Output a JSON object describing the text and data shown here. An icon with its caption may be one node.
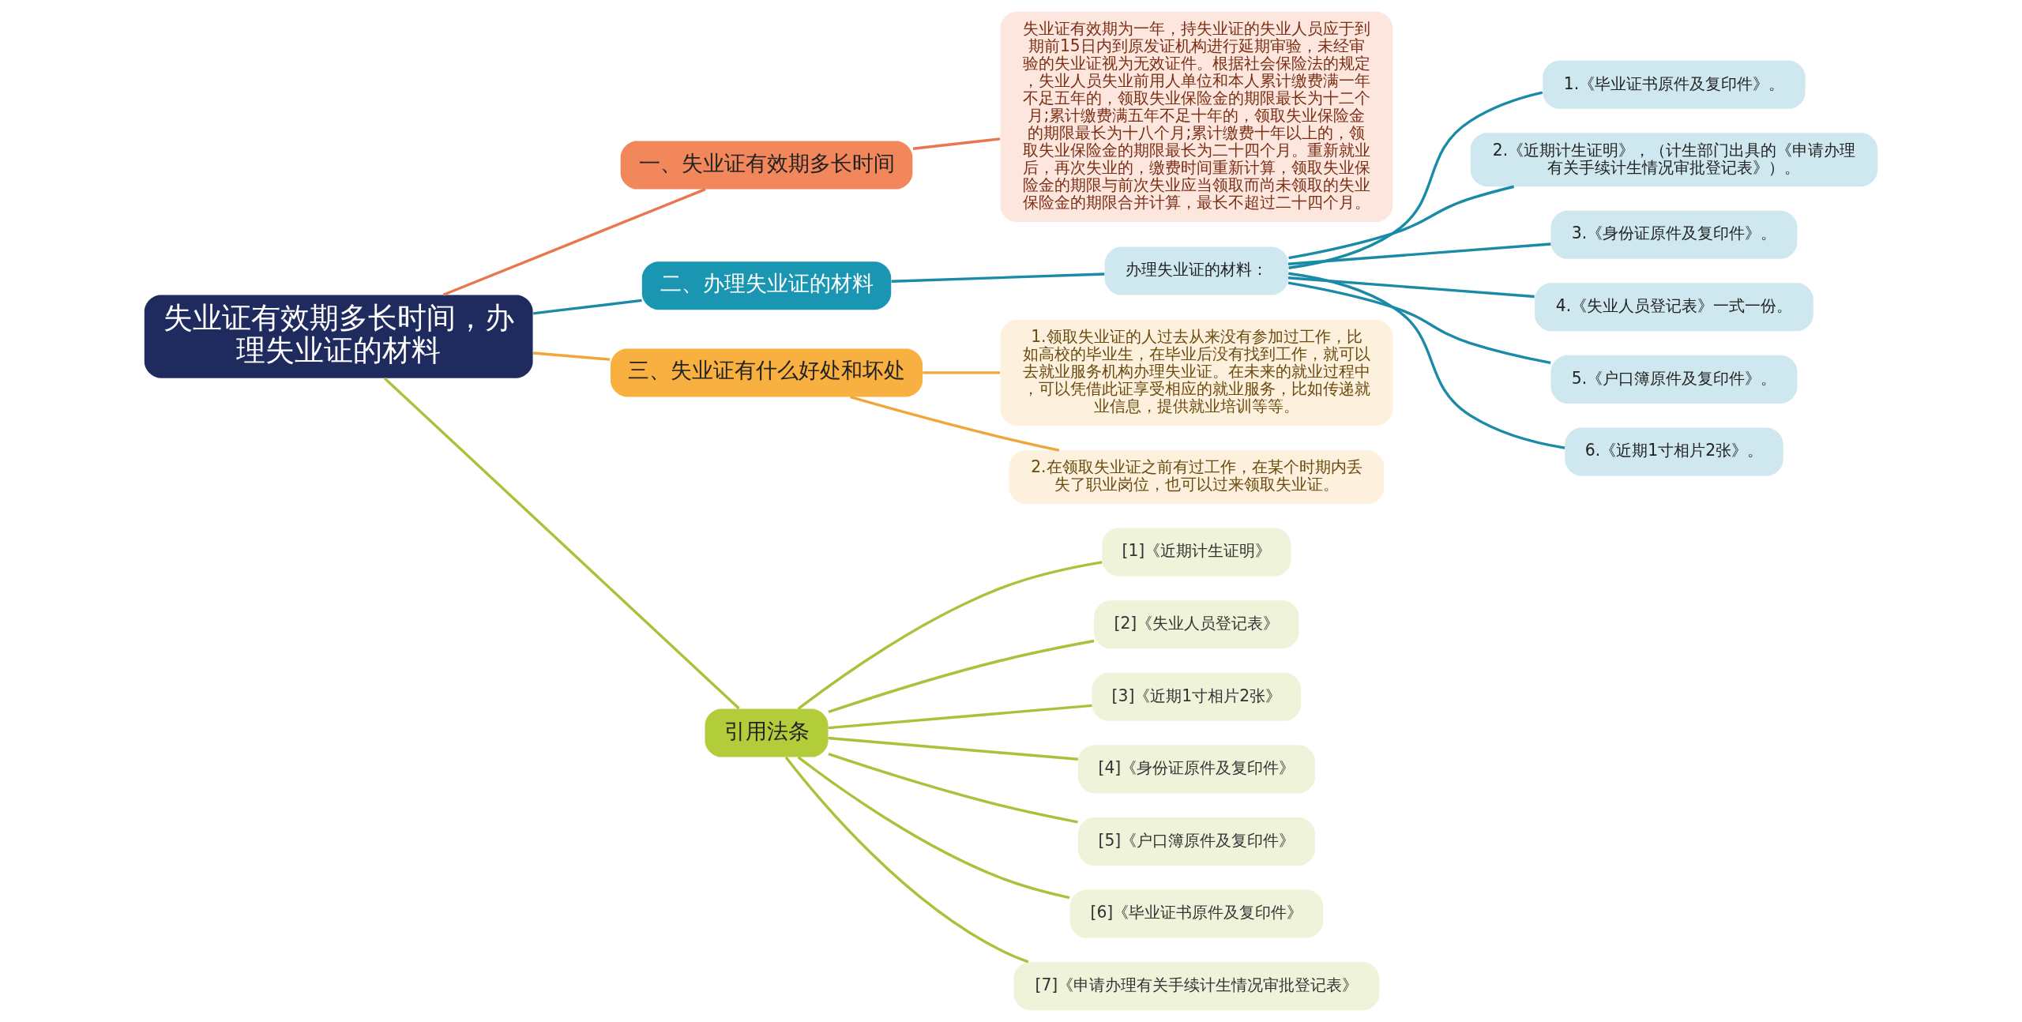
{
  "diagram": {
    "nodes": [
      {
        "text": [
          "失业证有效期多长时间，办理失业证的材料"
        ]
      },
      {
        "text": [
          "一、失业证有效期多长时间"
        ]
      },
      {
        "text": [
          "失业证有效期为一年，持失业证的失业人员应于到期前15日内到原发证机构进行延期审验，未经审验的失业证视为无效证件。根据社会保险法的规定，失业人员失业前用人单位和本人累计缴费满一年不足五年的，领取失业保险金的期限最长为十二个月;累计缴费满五年不足十年的，领取失业保险金的期限最长为十八个月;累计缴费十年以上的，领取失业保险金的期限最长为二十四个月。重新就业后，再次失业的，缴费时间重新计算，领取失业保险金的期限与前次失业应当领取而尚未领取的失业保险金的期限合并计算，最长不超过二十四个月。"
        ]
      },
      {
        "text": [
          "二、办理失业证的材料"
        ]
      },
      {
        "text": [
          "办理失业证的材料："
        ]
      },
      {
        "text": [
          "1.《毕业证书原件及复印件》。"
        ]
      },
      {
        "text": [
          "2.《近期计生证明》，（计生部门出具的《申请办理有关手续计生情况审批登记表》）。"
        ]
      },
      {
        "text": [
          "3.《身份证原件及复印件》。"
        ]
      },
      {
        "text": [
          "4.《失业人员登记表》一式一份。"
        ]
      },
      {
        "text": [
          "5.《户口簿原件及复印件》。"
        ]
      },
      {
        "text": [
          "6.《近期1寸相片2张》。"
        ]
      },
      {
        "text": [
          "三、失业证有什么好处和坏处"
        ]
      },
      {
        "text": [
          "1.领取失业证的人过去从来没有参加过工作，比如高校的毕业生，在毕业后没有找到工作，就可以去就业服务机构办理失业证。在未来的就业过程中，可以凭借此证享受相应的就业服务，比如传递就业信息，提供就业培训等等。"
        ]
      },
      {
        "text": [
          "2.在领取失业证之前有过工作，在某个时期内丢失了职业岗位，也可以过来领取失业证。"
        ]
      },
      {
        "text": [
          "引用法条"
        ]
      },
      {
        "text": [
          "[1]《近期计生证明》"
        ]
      },
      {
        "text": [
          "[2]《失业人员登记表》"
        ]
      },
      {
        "text": [
          "[3]《近期1寸相片2张》"
        ]
      },
      {
        "text": [
          "[4]《身份证原件及复印件》"
        ]
      },
      {
        "text": [
          "[5]《户口簿原件及复印件》"
        ]
      },
      {
        "text": [
          "[6]《毕业证书原件及复印件》"
        ]
      },
      {
        "text": [
          "[7]《申请办理有关手续计生情况审批登记表》"
        ]
      }
    ],
    "edges": [
      {
        "from": 0,
        "to": 1,
        "arrow": "none",
        "color": "#e8774f"
      },
      {
        "from": 1,
        "to": 2,
        "arrow": "none",
        "color": "#e8774f"
      },
      {
        "from": 0,
        "to": 3,
        "arrow": "none",
        "color": "#1a8ba6"
      },
      {
        "from": 3,
        "to": 4,
        "arrow": "none",
        "color": "#1a8ba6"
      },
      {
        "from": 4,
        "to": 5,
        "arrow": "none",
        "color": "#1a8ba6"
      },
      {
        "from": 4,
        "to": 6,
        "arrow": "none",
        "color": "#1a8ba6"
      },
      {
        "from": 4,
        "to": 7,
        "arrow": "none",
        "color": "#1a8ba6"
      },
      {
        "from": 4,
        "to": 8,
        "arrow": "none",
        "color": "#1a8ba6"
      },
      {
        "from": 4,
        "to": 9,
        "arrow": "none",
        "color": "#1a8ba6"
      },
      {
        "from": 4,
        "to": 10,
        "arrow": "none",
        "color": "#1a8ba6"
      },
      {
        "from": 0,
        "to": 11,
        "arrow": "none",
        "color": "#f0a63a"
      },
      {
        "from": 11,
        "to": 12,
        "arrow": "none",
        "color": "#f0a63a"
      },
      {
        "from": 11,
        "to": 13,
        "arrow": "none",
        "color": "#f0a63a"
      },
      {
        "from": 0,
        "to": 14,
        "arrow": "none",
        "color": "#a8c23a"
      },
      {
        "from": 14,
        "to": 15,
        "arrow": "none",
        "color": "#a8c23a"
      },
      {
        "from": 14,
        "to": 16,
        "arrow": "none",
        "color": "#a8c23a"
      },
      {
        "from": 14,
        "to": 17,
        "arrow": "none",
        "color": "#a8c23a"
      },
      {
        "from": 14,
        "to": 18,
        "arrow": "none",
        "color": "#a8c23a"
      },
      {
        "from": 14,
        "to": 19,
        "arrow": "none",
        "color": "#a8c23a"
      },
      {
        "from": 14,
        "to": 20,
        "arrow": "none",
        "color": "#a8c23a"
      },
      {
        "from": 14,
        "to": 21,
        "arrow": "none",
        "color": "#a8c23a"
      }
    ]
  }
}
